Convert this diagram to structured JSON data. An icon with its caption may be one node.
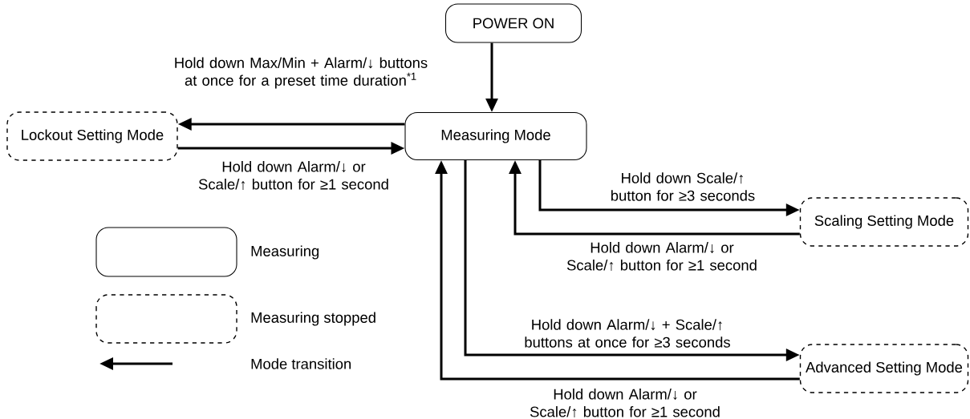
{
  "diagram": {
    "nodes": [
      {
        "text": [
          "POWER ON"
        ]
      },
      {
        "text": [
          "Measuring Mode"
        ]
      },
      {
        "text": [
          "Lockout Setting Mode"
        ]
      },
      {
        "text": [
          "Scaling Setting Mode"
        ]
      },
      {
        "text": [
          "Advanced Setting Mode"
        ]
      }
    ],
    "edges": [
      {
        "from": 0,
        "to": 1,
        "arrow": "to"
      },
      {
        "from": 1,
        "to": 2,
        "arrow": "to",
        "label": "Hold down Max/Min + Alarm/↓ buttons at once for a preset time duration$^{*1}$"
      },
      {
        "from": 2,
        "to": 1,
        "arrow": "to",
        "label": "Hold down Alarm/↓ or Scale/↑ button for ≥1 second"
      },
      {
        "from": 1,
        "to": 3,
        "arrow": "to",
        "label": "Hold down Scale/↑ button for ≥3 seconds"
      },
      {
        "from": 3,
        "to": 1,
        "arrow": "to",
        "label": "Hold down Alarm/↓ or Scale/↑ button for ≥1 second"
      },
      {
        "from": 1,
        "to": 4,
        "arrow": "to",
        "label": "Hold down Alarm/↓ + Scale/↑ buttons at once for ≥3 seconds"
      },
      {
        "from": 4,
        "to": 1,
        "arrow": "to",
        "label": "Hold down Alarm/↓ or Scale/↑ button for ≥1 second"
      }
    ],
    "legend": [
      {
        "text": "Measuring"
      },
      {
        "text": "Measuring stopped"
      },
      {
        "text": "Mode transition"
      }
    ]
  }
}
